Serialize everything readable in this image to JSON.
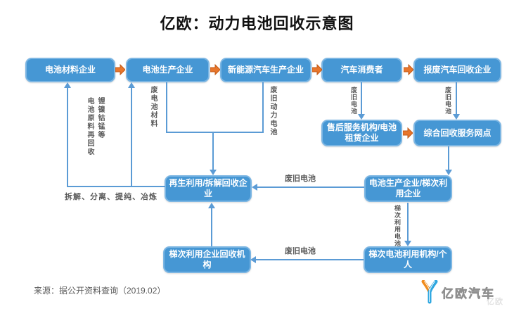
{
  "title": "亿欧：动力电池回收示意图",
  "source": "来源：据公开资料查询（2019.02）",
  "logo": {
    "name": "亿欧汽车",
    "watermark": "亿欧"
  },
  "colors": {
    "node_fill": "#4697d4",
    "node_border": "#7cb6e3",
    "node_text": "#ffffff",
    "connector_blue": "#5b9bd5",
    "arrow_orange": "#e8762c",
    "arrow_orange_border": "#c25a17",
    "label_gray": "#595959",
    "logo_orange": "#f08c1e",
    "logo_blue": "#2ea7e0"
  },
  "nodes": {
    "battery_material": "电池材料企业",
    "battery_producer": "电池生产企业",
    "nev_producer": "新能源汽车生产企业",
    "car_consumer": "汽车消费者",
    "scrap_car_recycler": "报废汽车回收企业",
    "after_sales": "售后服务机构/电池租赁企业",
    "recycle_network": "综合回收服务网点",
    "regeneration": "再生利用/拆解回收企业",
    "producer_echelon": "电池生产企业/梯次利用企业",
    "echelon_recycler": "梯次利用企业回收机构",
    "echelon_user": "梯次电池利用机构/个人"
  },
  "flow_labels": {
    "li_ni_co_mn": "锂镍钴锰等",
    "material_re_recycle": "电池原料再回收",
    "waste_battery_material": "废电池材料",
    "waste_power_battery": "废旧动力电池",
    "waste_battery": "废旧电池",
    "echelon_battery": "梯次利用电池",
    "process_steps": "拆解、分离、提纯、冶炼"
  }
}
